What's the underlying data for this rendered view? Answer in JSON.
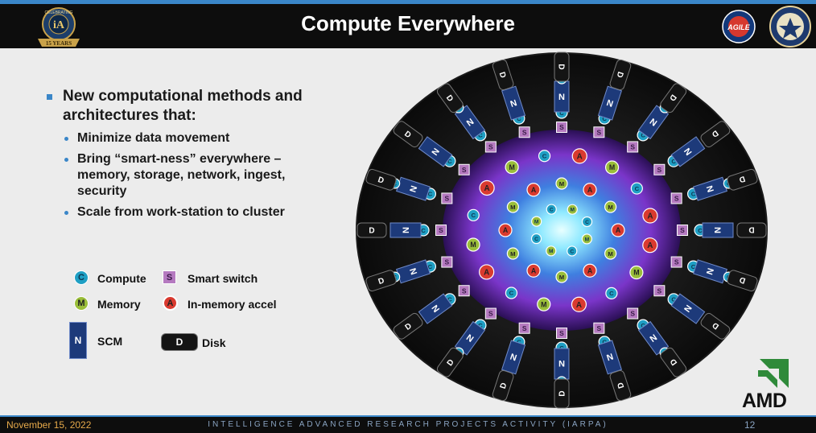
{
  "slide": {
    "title": "Compute Everywhere",
    "logo_left": {
      "top_text": "CELEBRATING",
      "bottom_text": "15 YEARS"
    },
    "logo_agile": {
      "center_text": "AGILE"
    }
  },
  "bullets": {
    "main": "New computational methods and architectures that:",
    "subs": [
      "Minimize data movement",
      "Bring “smart-ness” everywhere – memory, storage, network, ingest, security",
      "Scale from work-station to cluster"
    ]
  },
  "legend": {
    "compute": {
      "symbol": "C",
      "label": "Compute"
    },
    "switch": {
      "symbol": "S",
      "label": "Smart switch"
    },
    "memory": {
      "symbol": "M",
      "label": "Memory"
    },
    "accel": {
      "symbol": "A",
      "label": "In-memory accel"
    },
    "scm": {
      "symbol": "N",
      "label": "SCM"
    },
    "disk": {
      "symbol": "D",
      "label": "Disk"
    }
  },
  "diagram": {
    "compute_symbol": "C",
    "memory_symbol": "M",
    "accel_symbol": "A",
    "switch_symbol": "S",
    "scm_symbol": "N",
    "disk_symbol": "D",
    "colors": {
      "compute": "#1f9fc4",
      "memory": "#9abe3a",
      "accel": "#d93a2f",
      "switch": "#b57ac0",
      "scm": "#1d3a7a",
      "disk": "#141414",
      "core_glow": "#8fe9ff",
      "core_purple": "#7a35c9"
    }
  },
  "footer": {
    "date": "November 15, 2022",
    "org": "INTELLIGENCE ADVANCED RESEARCH PROJECTS ACTIVITY (IARPA)",
    "page": "12"
  },
  "brand": {
    "amd": "AMD"
  }
}
